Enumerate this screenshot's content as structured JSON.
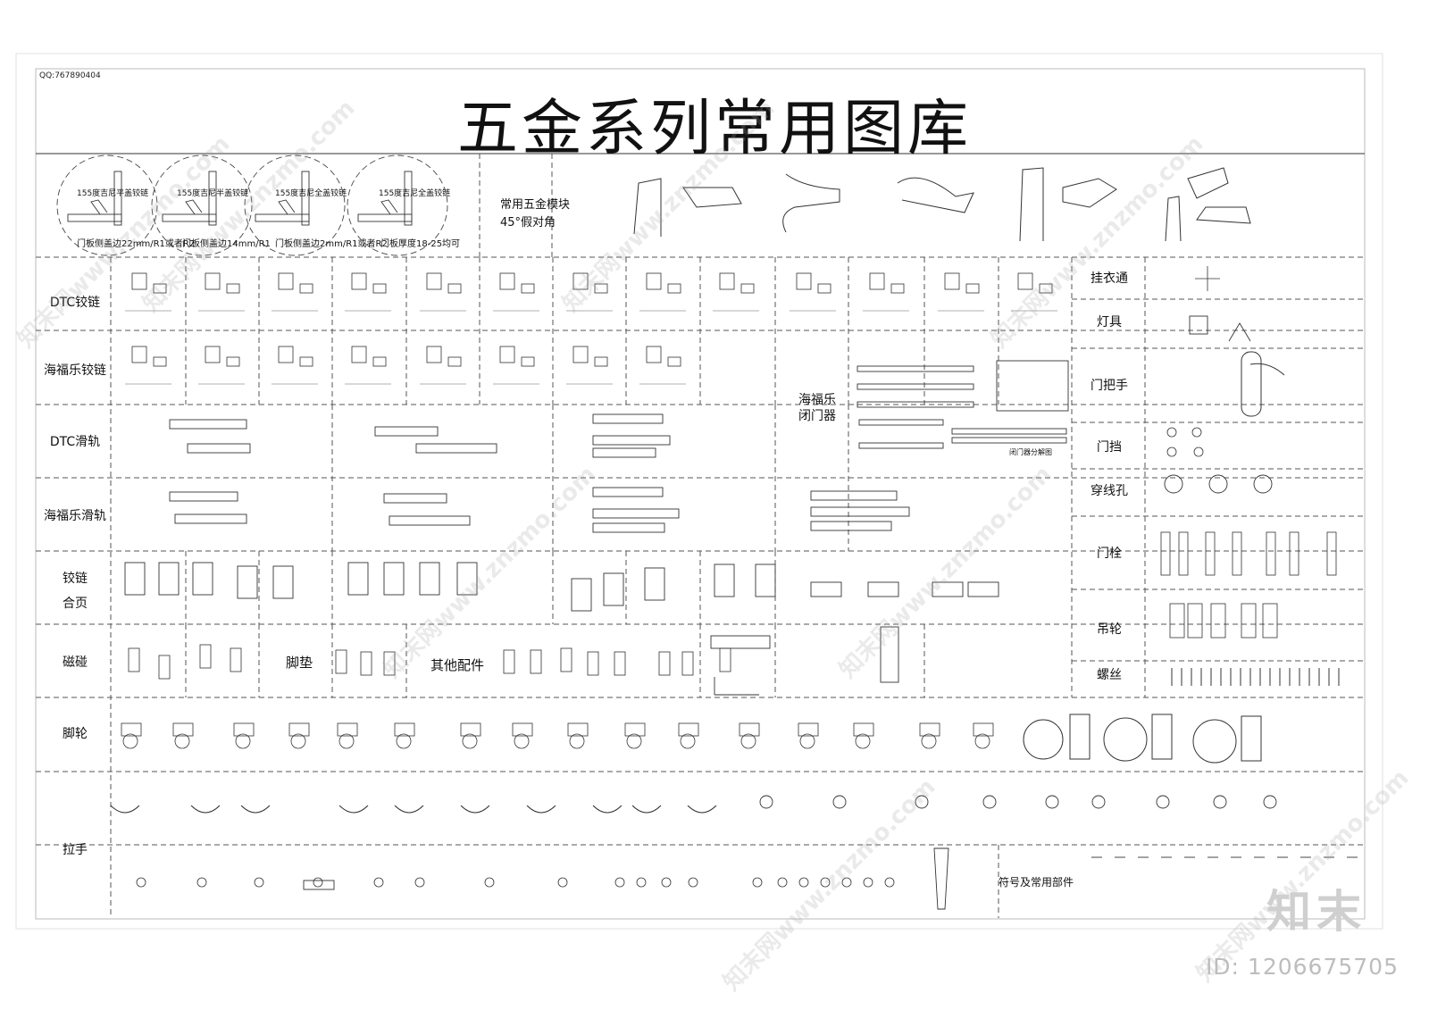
{
  "header": {
    "qq": "QQ:767890404",
    "title": "五金系列常用图库"
  },
  "hinge_samples": [
    {
      "label": "门板侧盖边22mm/R1或者R2",
      "note": "155度吉尼平盖铰链"
    },
    {
      "label": "门板侧盖边14mm/R1",
      "note": "155度吉尼半盖铰链"
    },
    {
      "label": "门板侧盖边2mm/R1或者R2",
      "note": "155度吉尼全盖铰链"
    },
    {
      "label": "门板厚度18-25均可",
      "note": "155度吉尼全盖铰链"
    }
  ],
  "module_note": {
    "line1": "常用五金模块",
    "line2": "45°假对角"
  },
  "categories": {
    "dtc_hinge": "DTC铰链",
    "hafele_hinge": "海福乐铰链",
    "dtc_slide": "DTC滑轨",
    "hafele_slide": "海福乐滑轨",
    "hinge_leaf_1": "铰链",
    "hinge_leaf_2": "合页",
    "magnet": "磁碰",
    "foot_pad": "脚垫",
    "other_parts": "其他配件",
    "caster": "脚轮",
    "pull_handle": "拉手",
    "symbols": "符号及常用部件",
    "hafele_closer_1": "海福乐",
    "hafele_closer_2": "闭门器",
    "closer_note": "闭门器分解图",
    "hanger": "挂衣通",
    "lamp": "灯具",
    "door_handle": "门把手",
    "door_stop": "门挡",
    "cable_hole": "穿线孔",
    "door_bolt": "门栓",
    "hang_wheel": "吊轮",
    "screw": "螺丝"
  },
  "watermark": {
    "site": "知末网www.znzmo.com",
    "brand": "知末",
    "id": "ID: 1206675705"
  }
}
